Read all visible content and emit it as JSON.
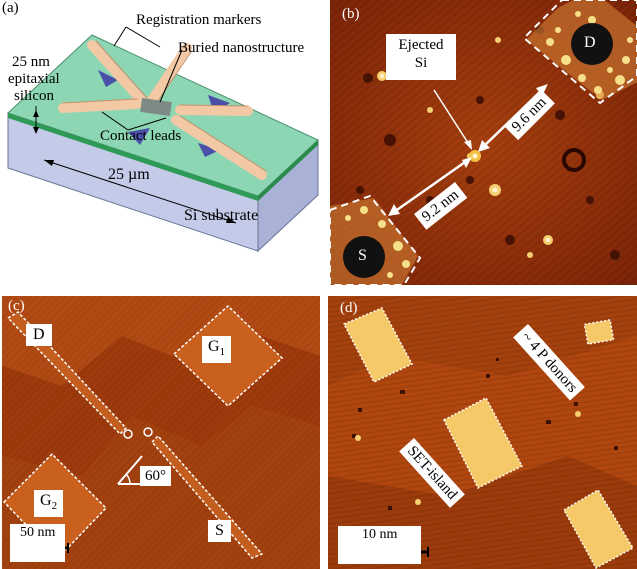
{
  "panel_a": {
    "label": "(a)",
    "registration_markers": "Registration markers",
    "buried_nanostructure": "Buried nanostructure",
    "epitaxial_line1": "25 nm",
    "epitaxial_line2": "epitaxial",
    "epitaxial_line3": "silicon",
    "contact_leads": "Contact leads",
    "scale": "25 µm",
    "substrate": "Si substrate"
  },
  "panel_b": {
    "label": "(b)",
    "ejected_line1": "Ejected",
    "ejected_line2": "Si",
    "drain": "D",
    "source": "S",
    "dist_upper": "9.6 nm",
    "dist_lower": "9.2 nm"
  },
  "panel_c": {
    "label": "(c)",
    "drain": "D",
    "gate1": "G",
    "gate1_sub": "1",
    "gate2": "G",
    "gate2_sub": "2",
    "source": "S",
    "angle": "60°",
    "scalebar": "50 nm"
  },
  "panel_d": {
    "label": "(d)",
    "donors": "~ 4 P donors",
    "island": "SET-island",
    "scalebar": "10 nm"
  },
  "colors": {
    "stm_dark": "#7a2208",
    "stm_mid": "#a8400e",
    "stm_bright": "#f5d070",
    "epi_layer": "#8cd6b4",
    "substrate": "#bcc6e6",
    "leads": "#f2c9a4"
  }
}
